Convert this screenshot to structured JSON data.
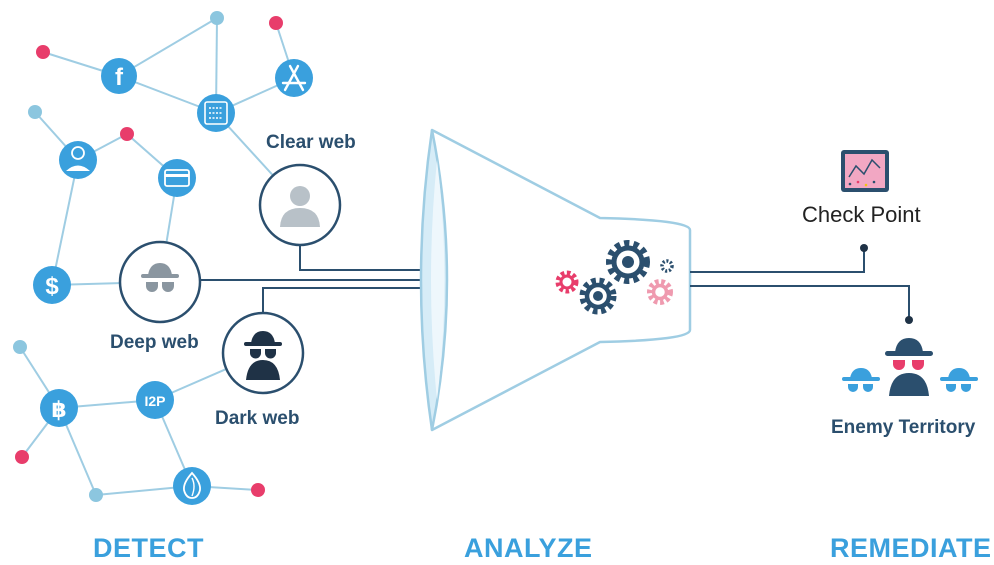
{
  "labels": {
    "clear_web": "Clear web",
    "deep_web": "Deep web",
    "dark_web": "Dark web",
    "brand": "Check Point",
    "enemy": "Enemy Territory"
  },
  "stages": {
    "detect": "DETECT",
    "analyze": "ANALYZE",
    "remediate": "REMEDIATE"
  },
  "icon_text": {
    "facebook": "f",
    "dollar": "$",
    "bitcoin": "฿",
    "i2p": "I2P"
  },
  "colors": {
    "node_blue": "#3aa0dd",
    "light_dot": "#8cc6df",
    "pink_dot": "#e83d6b",
    "line": "#9fcde3",
    "navy": "#2b4f6e",
    "funnel_lens": "#d6ecf7",
    "gear_pink": "#ef9aaf",
    "gear_red": "#e83d6b"
  }
}
